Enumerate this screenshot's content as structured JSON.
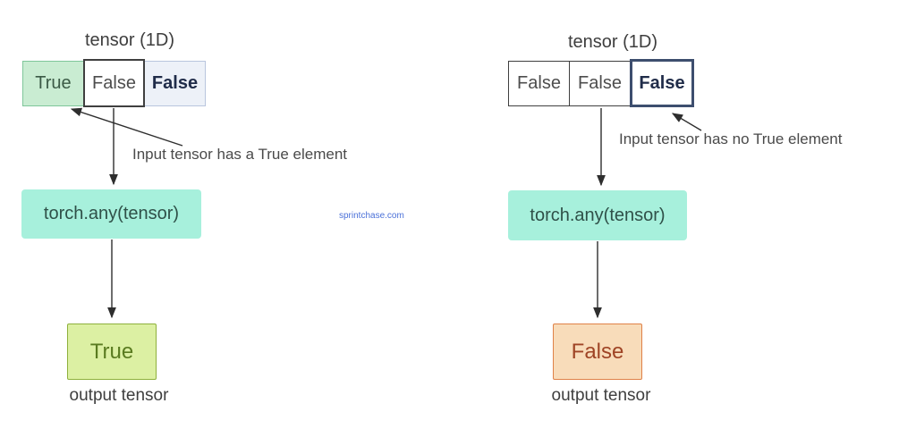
{
  "watermark": {
    "text": "sprintchase.com"
  },
  "left": {
    "title": "tensor (1D)",
    "cells": [
      {
        "label": "True"
      },
      {
        "label": "False"
      },
      {
        "label": "False"
      }
    ],
    "annotation": "Input tensor has a True element",
    "function_label": "torch.any(tensor)",
    "output_value": "True",
    "output_label": "output tensor"
  },
  "right": {
    "title": "tensor (1D)",
    "cells": [
      {
        "label": "False"
      },
      {
        "label": "False"
      },
      {
        "label": "False"
      }
    ],
    "annotation": "Input tensor has no True element",
    "function_label": "torch.any(tensor)",
    "output_value": "False",
    "output_label": "output tensor"
  },
  "colors": {
    "text_dark": "#3e3e3e",
    "text_gray": "#4a4a4a",
    "cell_true_bg": "#c9ecd2",
    "cell_true_border": "#7fc69a",
    "cell_true_text": "#3b5a46",
    "cell_plain_border": "#3f3f3f",
    "cell_plain_text": "#4d4d4d",
    "cell_muted_bg": "#edf1f8",
    "cell_muted_border": "#b9c5dd",
    "cell_navy_border": "#3d4e6e",
    "cell_navy_text": "#202c49",
    "fn_bg": "#a7f0dc",
    "fn_text": "#2f5048",
    "out_true_bg": "#dcf0a3",
    "out_true_border": "#8eb03c",
    "out_true_text": "#5a7b20",
    "out_false_bg": "#f8dcba",
    "out_false_border": "#df8148",
    "out_false_text": "#9f4425",
    "arrow": "#2e2e2e",
    "watermark": "#4a70d8",
    "page_bg": "#ffffff"
  }
}
